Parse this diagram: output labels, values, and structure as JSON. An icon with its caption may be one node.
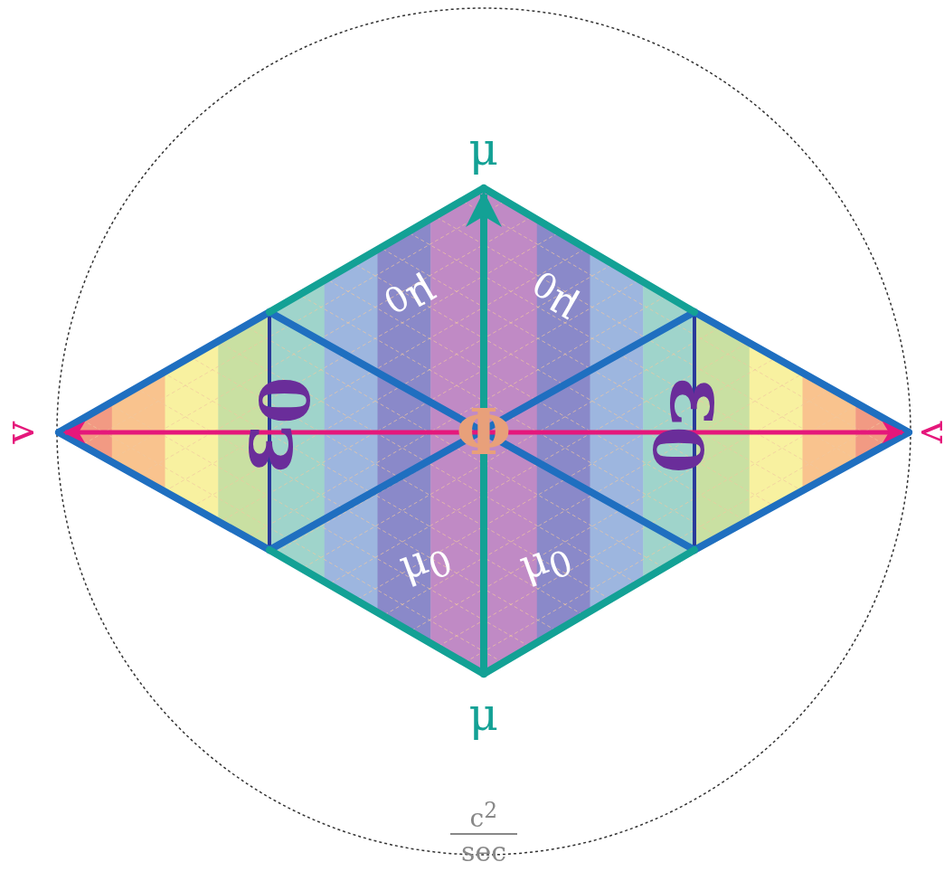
{
  "diagram": {
    "labels": [
      "μ",
      "μ$_{0}$",
      "μ$_{0}$",
      "v",
      "ε$_{0}$",
      "Φ",
      "ε$_{0}$",
      "v",
      "μ$_{0}$",
      "μ$_{0}$",
      "μ",
      "c$^{2}$",
      "sec"
    ]
  }
}
